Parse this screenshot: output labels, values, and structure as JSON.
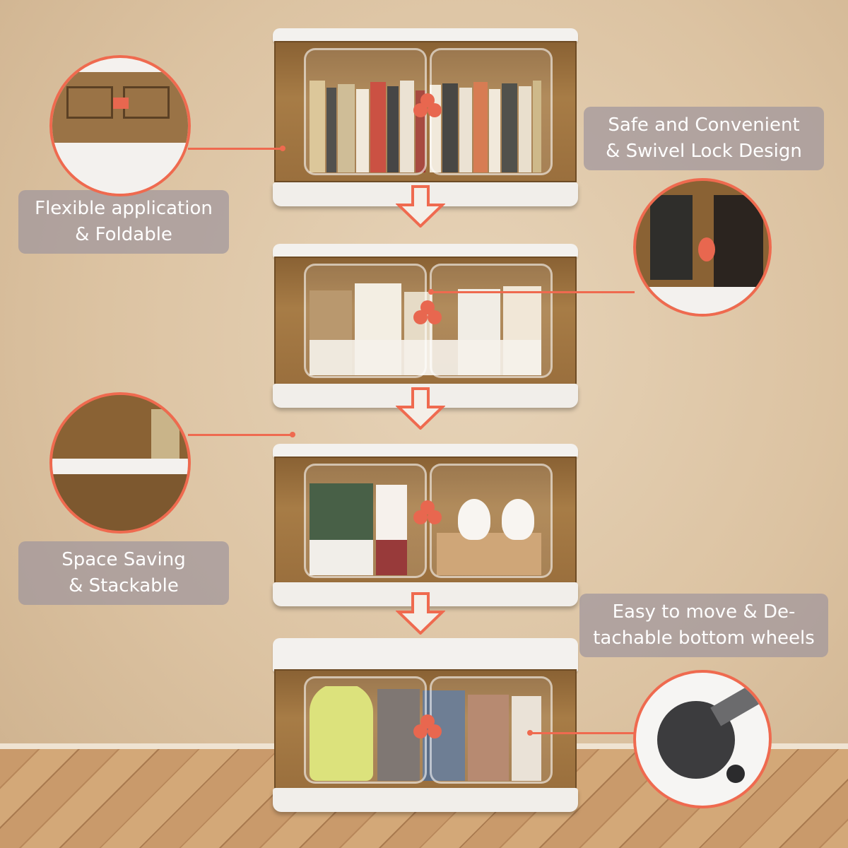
{
  "labels": {
    "lock": [
      "Safe and Convenient",
      "& Swivel Lock Design"
    ],
    "fold": [
      "Flexible application",
      "& Foldable"
    ],
    "stack": [
      "Space Saving",
      "& Stackable"
    ],
    "wheels": [
      "Easy to move & De-",
      "tachable bottom wheels"
    ]
  },
  "colors": {
    "accent": "#ef6a4f",
    "label_bg": "#a0969c",
    "box_tint": "#a77c46",
    "lid": "#f3f1ee",
    "knob": "#e8674f"
  },
  "icons": {
    "arrow": "down-arrow-icon",
    "knob": "swivel-lock-icon",
    "wheel": "wheel-icon"
  }
}
